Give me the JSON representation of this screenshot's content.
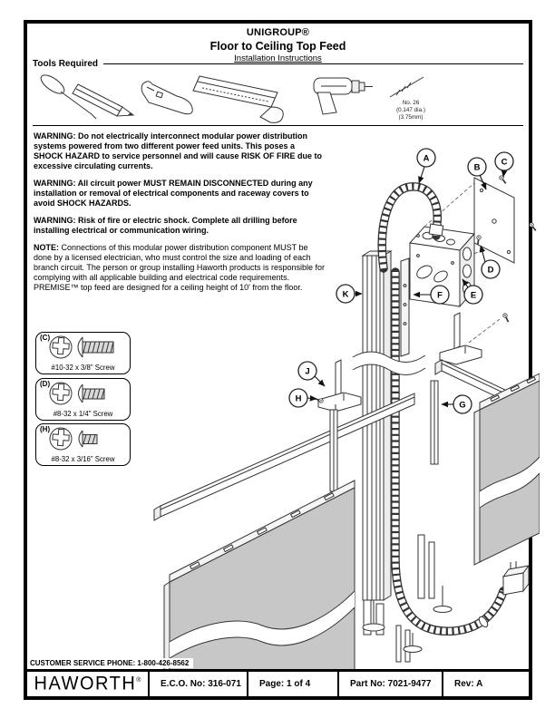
{
  "colors": {
    "border": "#000000",
    "panel_gray": "#c7c7c7",
    "line": "#333333",
    "screw_fill": "#d9d9d9"
  },
  "header": {
    "brand": "UNIGROUP®",
    "title": "Floor to Ceiling Top Feed",
    "subtitle": "Installation Instructions"
  },
  "tools": {
    "label": "Tools Required",
    "icons": [
      "screwdriver-icon",
      "pencil-icon",
      "utility-knife-icon",
      "drywall-saw-icon",
      "power-drill-icon",
      "drill-bit-icon"
    ],
    "bit_note": [
      "No. 26",
      "(0.147 dia.)",
      "(3.75mm)"
    ]
  },
  "warnings": [
    {
      "label": "WARNING:",
      "body": "Do not electrically interconnect modular power distribution systems powered from two different power feed units.  This poses a SHOCK HAZARD to service personnel and will cause RISK OF FIRE due to excessive circulating currents."
    },
    {
      "label": "WARNING:",
      "body": "All circuit power MUST REMAIN DISCONNECTED during any installation or removal of electrical components and raceway covers to avoid SHOCK HAZARDS."
    },
    {
      "label": "WARNING:",
      "body": "Risk of fire or electric shock. Complete all drilling before installing electrical or communication wiring."
    }
  ],
  "note": {
    "label": "NOTE:",
    "body": "Connections of this modular power distribution component MUST be done by a licensed electrician, who must control the size and loading of each branch circuit.  The person or group installing Haworth products is responsible for complying with all applicable building and electrical code requirements.  PREMISE™ top feed are designed for a ceiling height of 10' from the floor."
  },
  "screw_legend": [
    {
      "key": "(C)",
      "label": "#10-32 x 3/8\" Screw"
    },
    {
      "key": "(D)",
      "label": "#8-32 x 1/4\" Screw"
    },
    {
      "key": "(H)",
      "label": "#8-32 x 3/16\" Screw"
    }
  ],
  "diagram": {
    "callouts": [
      {
        "letter": "A"
      },
      {
        "letter": "B"
      },
      {
        "letter": "C"
      },
      {
        "letter": "D"
      },
      {
        "letter": "E"
      },
      {
        "letter": "F"
      },
      {
        "letter": "G"
      },
      {
        "letter": "H"
      },
      {
        "letter": "J"
      },
      {
        "letter": "K"
      }
    ]
  },
  "footer": {
    "customer_service": "CUSTOMER SERVICE PHONE: 1-800-426-8562",
    "logo": "HAWORTH",
    "logo_reg": "®",
    "eco": "E.C.O. No:  316-071",
    "page": "Page:  1 of 4",
    "part": "Part No:  7021-9477",
    "rev": "Rev:  A"
  }
}
